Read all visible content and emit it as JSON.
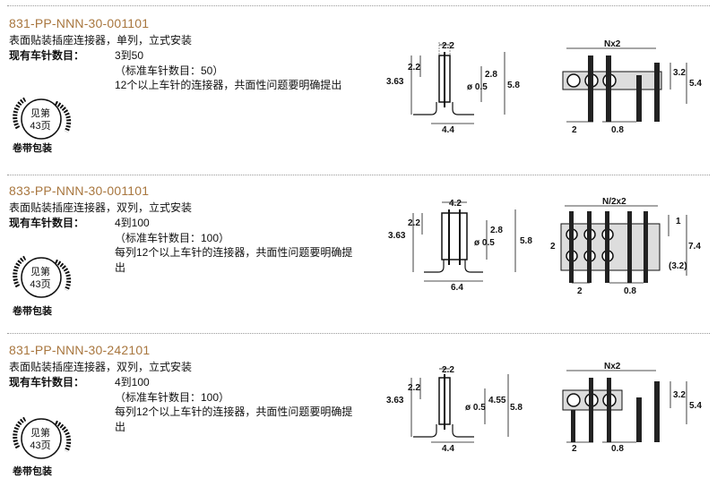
{
  "products": [
    {
      "part_number": "831-PP-NNN-30-001101",
      "description": "表面贴装插座连接器，单列，立式安装",
      "pin_count_label": "现有车针数目：",
      "pin_count_value": "3到50",
      "standard_pins": "（标准车针数目：50）",
      "note": "12个以上车针的连接器，共面性问题要明确提出",
      "reel_label": "见第\n43页",
      "tape_label": "卷带包装",
      "side": {
        "w": "2.2",
        "h1": "2.2",
        "h2": "3.63",
        "h3": "2.8",
        "pin": "ø 0.5",
        "h4": "5.8",
        "base": "4.4"
      },
      "top": {
        "span": "Nx2",
        "pitch": "2",
        "gap": "0.8",
        "h1": "3.2",
        "h2": "5.4"
      }
    },
    {
      "part_number": "833-PP-NNN-30-001101",
      "description": "表面贴装插座连接器，双列，立式安装",
      "pin_count_label": "现有车针数目：",
      "pin_count_value": "4到100",
      "standard_pins": "（标准车针数目：100）",
      "note": "每列12个以上车针的连接器，共面性问题要明确提出",
      "reel_label": "见第\n43页",
      "tape_label": "卷带包装",
      "side": {
        "w": "4.2",
        "h1": "2.2",
        "h2": "3.63",
        "h3": "2.8",
        "pin": "ø 0.5",
        "h4": "5.8",
        "base": "6.4"
      },
      "top": {
        "span": "N/2x2",
        "pitch": "2",
        "gap": "0.8",
        "h1": "1",
        "h2": "7.4",
        "h3": "(3.2)",
        "row": "2"
      }
    },
    {
      "part_number": "831-PP-NNN-30-242101",
      "description": "表面贴装插座连接器，双列，立式安装",
      "pin_count_label": "现有车针数目：",
      "pin_count_value": "4到100",
      "standard_pins": "（标准车针数目：100）",
      "note": "每列12个以上车针的连接器，共面性问题要明确提出",
      "reel_label": "见第\n43页",
      "tape_label": "卷带包装",
      "side": {
        "w": "2.2",
        "h1": "2.2",
        "h2": "3.63",
        "h3": "4.55",
        "pin": "ø 0.5",
        "h4": "5.8",
        "base": "4.4"
      },
      "top": {
        "span": "Nx2",
        "pitch": "2",
        "gap": "0.8",
        "h1": "3.2",
        "h2": "5.4"
      }
    }
  ]
}
